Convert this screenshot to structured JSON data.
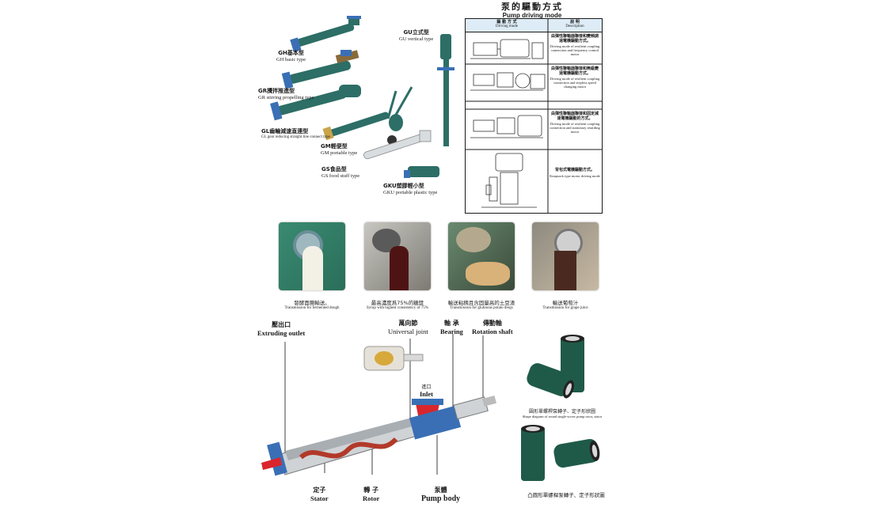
{
  "title": {
    "cn": "泵的驅動方式",
    "en": "Pump driving mode"
  },
  "pump_types": [
    {
      "cn": "GH基本型",
      "en": "GH basic type"
    },
    {
      "cn": "GR攪拌推進型",
      "en": "GR stirring propelling type"
    },
    {
      "cn": "GL齒輪減速直連型",
      "en": "GL gear reducing straight line connect type"
    },
    {
      "cn": "GM輕便型",
      "en": "GM portable type"
    },
    {
      "cn": "GS食品型",
      "en": "GS food stuff type"
    },
    {
      "cn": "GKU塑膠輕小型",
      "en": "GKU portable plastic type"
    },
    {
      "cn": "GU立式型",
      "en": "GU vertical type"
    }
  ],
  "driving_table": {
    "headers": {
      "col1_cn": "驅 動 方 式",
      "col1_en": "Driving mode",
      "col2_cn": "說 明",
      "col2_en": "Description"
    },
    "rows": [
      {
        "cn": "由彈性聯軸器聯接和變頻調速電機驅動方式。",
        "en": "Driving mode of resilient coupling connection and frequency control motor"
      },
      {
        "cn": "由彈性聯軸器聯接和無級變速電機驅動方式。",
        "en": "Driving mode of resilient coupling connection and stepless speed changing motor"
      },
      {
        "cn": "由彈性聯軸器聯接和固定減速電機驅動的方式。",
        "en": "Driving mode of resilient coupling connection and stationary retarding motor"
      },
      {
        "cn": "背包式電機驅動方式。",
        "en": "Knapsack type motor driving mode"
      }
    ]
  },
  "photos": [
    {
      "cn": "發酵面團輸送。",
      "en": "Transmission for fermented dough"
    },
    {
      "cn": "最高濃度爲75%的糖漿",
      "en": "Syrup with highest consistency of 75%"
    },
    {
      "cn": "輸送粘稠且含固量高的土豆渣",
      "en": "Transmission for glutinous potato dregs"
    },
    {
      "cn": "輸送葡萄汁",
      "en": "Transmission for grape juice"
    }
  ],
  "parts": {
    "outlet": {
      "cn": "壓出口",
      "en": "Extruding outlet"
    },
    "joint": {
      "cn": "萬向節",
      "en": "Universal joint"
    },
    "bearing": {
      "cn": "軸 承",
      "en": "Bearing"
    },
    "shaft": {
      "cn": "傳動軸",
      "en": "Rotation shaft"
    },
    "inlet": {
      "cn": "進口",
      "en": "Inlet"
    },
    "stator": {
      "cn": "定子",
      "en": "Stator"
    },
    "rotor": {
      "cn": "轉 子",
      "en": "Rotor"
    },
    "body": {
      "cn": "泵體",
      "en": "Pump body"
    }
  },
  "stator_captions": {
    "round_cn": "圓形單螺桿泵轉子、定子形狀圖",
    "round_en": "Shape diagram of round single-screw pump rotor, stator",
    "convex_cn": "凸圓形單螺桿泵轉子、定子形狀圖"
  },
  "colors": {
    "pump_green": "#2d6e66",
    "flange_blue": "#3a6fb5",
    "header_blue": "#ddecf6",
    "stator_green": "#1f5a48",
    "inlet_red": "#d9262c"
  }
}
